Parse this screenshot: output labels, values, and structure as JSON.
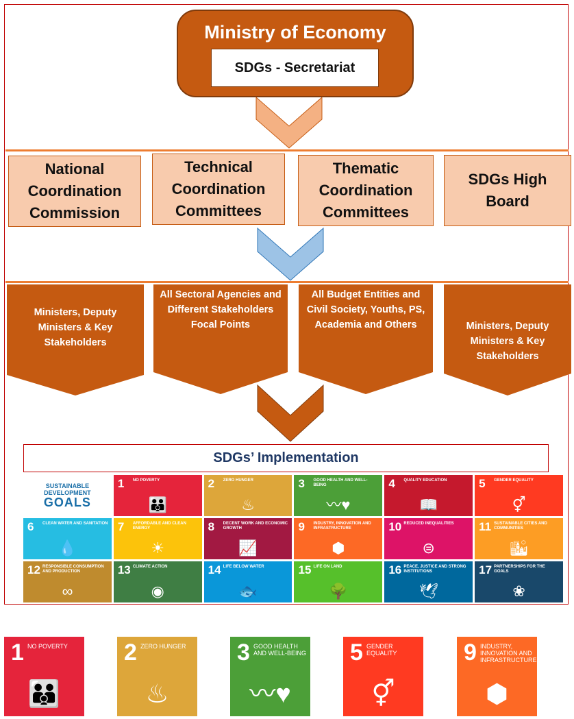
{
  "ministry": {
    "title": "Ministry of Economy",
    "secretariat": "SDGs - Secretariat"
  },
  "coordination": [
    "National Coordination Commission",
    "Technical Coordination Committees",
    "Thematic Coordination Committees",
    "SDGs High Board"
  ],
  "stakeholders": [
    "Ministers, Deputy Ministers & Key Stakeholders",
    "All Sectoral Agencies and Different Stakeholders Focal Points",
    "All Budget Entities and Civil Society, Youths, PS, Academia and Others",
    "Ministers, Deputy Ministers & Key Stakeholders"
  ],
  "implementation_title": "SDGs’ Implementation",
  "sdg_logo": {
    "line1": "SUSTAINABLE",
    "line2": "DEVELOPMENT",
    "line3": "GOALS"
  },
  "goals": [
    {
      "num": "1",
      "label": "No Poverty",
      "color": "#e5243b",
      "icon": "people-icon"
    },
    {
      "num": "2",
      "label": "Zero Hunger",
      "color": "#dda63a",
      "icon": "bowl-icon"
    },
    {
      "num": "3",
      "label": "Good Health and Well-Being",
      "color": "#4c9f38",
      "icon": "heartbeat-icon"
    },
    {
      "num": "4",
      "label": "Quality Education",
      "color": "#c5192d",
      "icon": "book-icon"
    },
    {
      "num": "5",
      "label": "Gender Equality",
      "color": "#ff3a21",
      "icon": "gender-icon"
    },
    {
      "num": "6",
      "label": "Clean Water and Sanitation",
      "color": "#26bde2",
      "icon": "water-icon"
    },
    {
      "num": "7",
      "label": "Affordable and Clean Energy",
      "color": "#fcc30b",
      "icon": "sun-icon"
    },
    {
      "num": "8",
      "label": "Decent Work and Economic Growth",
      "color": "#a21942",
      "icon": "growth-icon"
    },
    {
      "num": "9",
      "label": "Industry, Innovation and Infrastructure",
      "color": "#fd6925",
      "icon": "cubes-icon"
    },
    {
      "num": "10",
      "label": "Reduced Inequalities",
      "color": "#dd1367",
      "icon": "equal-icon"
    },
    {
      "num": "11",
      "label": "Sustainable Cities and Communities",
      "color": "#fd9d24",
      "icon": "city-icon"
    },
    {
      "num": "12",
      "label": "Responsible Consumption and Production",
      "color": "#bf8b2e",
      "icon": "infinity-icon"
    },
    {
      "num": "13",
      "label": "Climate Action",
      "color": "#3f7e44",
      "icon": "eye-globe-icon"
    },
    {
      "num": "14",
      "label": "Life Below Water",
      "color": "#0a97d9",
      "icon": "fish-icon"
    },
    {
      "num": "15",
      "label": "Life on Land",
      "color": "#56c02b",
      "icon": "tree-icon"
    },
    {
      "num": "16",
      "label": "Peace, Justice and Strong Institutions",
      "color": "#00689d",
      "icon": "dove-icon"
    },
    {
      "num": "17",
      "label": "Partnerships for the Goals",
      "color": "#19486a",
      "icon": "rings-icon"
    }
  ],
  "featured_goals": [
    {
      "num": "1",
      "label": "No Poverty",
      "color": "#e5243b",
      "icon": "people-icon"
    },
    {
      "num": "2",
      "label": "Zero Hunger",
      "color": "#dda63a",
      "icon": "bowl-icon"
    },
    {
      "num": "3",
      "label": "Good Health and Well-Being",
      "color": "#4c9f38",
      "icon": "heartbeat-icon"
    },
    {
      "num": "5",
      "label": "Gender Equality",
      "color": "#ff3a21",
      "icon": "gender-icon"
    },
    {
      "num": "9",
      "label": "Industry, Innovation and Infrastructure",
      "color": "#fd6925",
      "icon": "cubes-icon"
    }
  ]
}
